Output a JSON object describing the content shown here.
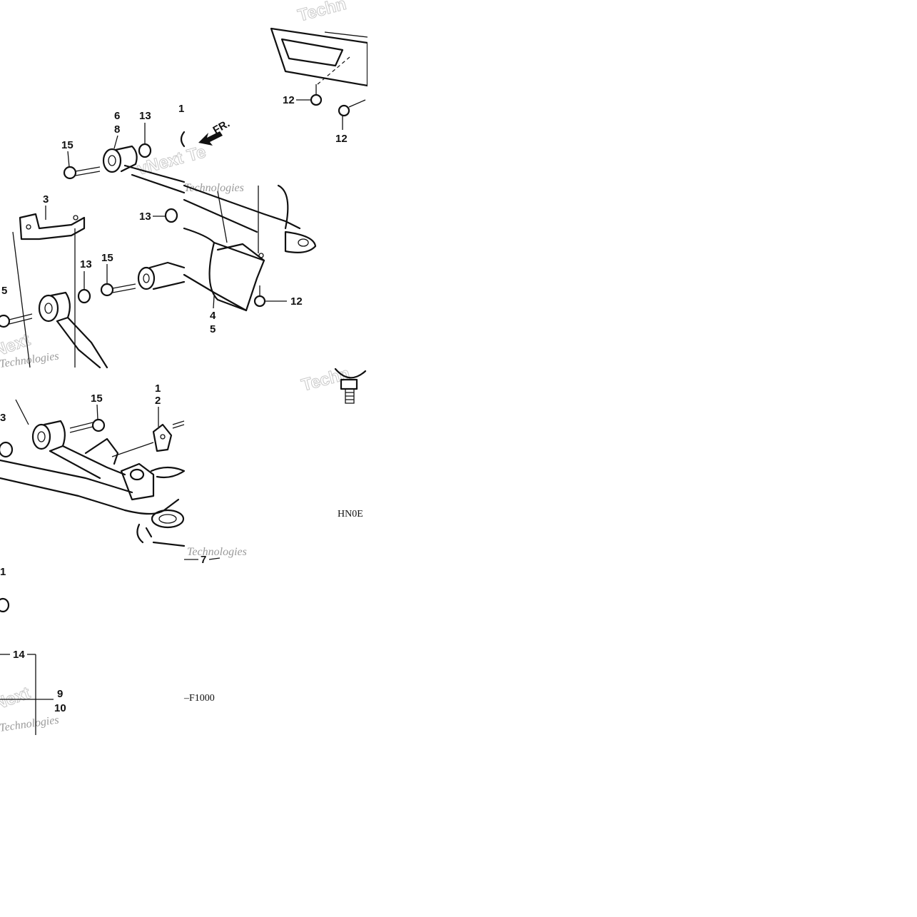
{
  "diagram": {
    "direction_marker": "FR.",
    "part_code_top": "HN0E",
    "part_code_bottom": "–F1000",
    "callouts": {
      "c12a": "12",
      "c12b": "12",
      "c12c": "12",
      "c6": "6",
      "c8": "8",
      "c13a": "13",
      "c1a": "1",
      "c15a": "15",
      "c3a": "3",
      "c13b": "13",
      "c13c": "13",
      "c15b": "15",
      "c5a": "5",
      "c4": "4",
      "c5b": "5",
      "c1b": "1",
      "c2": "2",
      "c15c": "15",
      "c3b": "3",
      "c7": "7",
      "c1c": "1",
      "c14": "14",
      "c9": "9",
      "c10": "10"
    },
    "watermarks": {
      "w1": "Techn",
      "w2": "vNext Te",
      "w3": "Technologies",
      "w4": "Techn",
      "w5": "Next",
      "w6": "Technologies",
      "w7": "Next",
      "w8": "Technologies",
      "w9": "Technologies"
    }
  }
}
